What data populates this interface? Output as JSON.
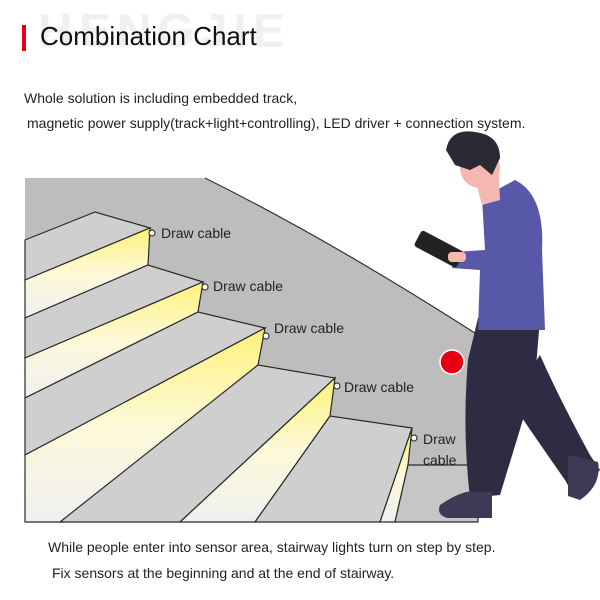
{
  "watermark": "HENGJIE",
  "header": {
    "title": "Combination Chart",
    "accent_color": "#e60012"
  },
  "intro": {
    "line1": "Whole solution is including embedded track,",
    "line2": "magnetic power supply(track+light+controlling), LED driver + connection system."
  },
  "diagram": {
    "labels": [
      "Draw cable",
      "Draw cable",
      "Draw cable",
      "Draw cable",
      "Draw",
      "cable"
    ],
    "sensor_color": "#e60012"
  },
  "footer": {
    "line1": "While people enter into sensor area, stairway lights turn on step by step.",
    "line2": "Fix sensors at the beginning and at the end of stairway."
  }
}
